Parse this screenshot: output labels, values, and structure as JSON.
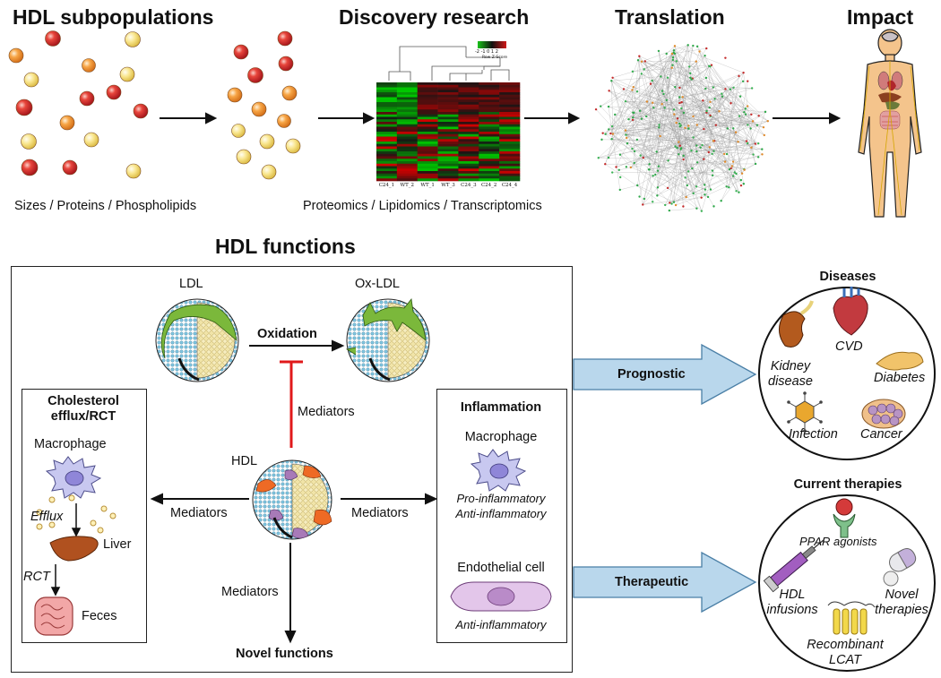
{
  "top": {
    "titles": [
      "HDL subpopulations",
      "Discovery research",
      "Translation",
      "Impact"
    ],
    "subpop_caption": "Sizes / Proteins / Phospholipids",
    "omics_caption": "Proteomics / Lipidomics / Transcriptomics",
    "heatmap_columns": [
      "C24_1",
      "WT_2",
      "WT_1",
      "WT_3",
      "C24_3",
      "C24_2",
      "C24_4"
    ],
    "heatmap_scale": "-2 -1 0 1 2",
    "heatmap_scale_caption": "Row Z-Score"
  },
  "functions": {
    "title": "HDL functions",
    "ldl": "LDL",
    "oxldl": "Ox-LDL",
    "oxidation": "Oxidation",
    "mediators_up": "Mediators",
    "mediators_left": "Mediators",
    "mediators_right": "Mediators",
    "mediators_down": "Mediators",
    "hdl": "HDL",
    "novel_functions": "Novel functions",
    "efflux_box": {
      "title_line1": "Cholesterol",
      "title_line2": "efflux/RCT",
      "macrophage": "Macrophage",
      "efflux": "Efflux",
      "liver": "Liver",
      "rct": "RCT",
      "feces": "Feces"
    },
    "inflammation_box": {
      "title": "Inflammation",
      "macrophage": "Macrophage",
      "pro": "Pro-inflammatory",
      "anti": "Anti-inflammatory",
      "endothelial": "Endothelial cell",
      "anti2": "Anti-inflammatory"
    }
  },
  "outcomes": {
    "prognostic": "Prognostic",
    "therapeutic": "Therapeutic",
    "diseases_title": "Diseases",
    "diseases": {
      "cvd": "CVD",
      "kidney_line1": "Kidney",
      "kidney_line2": "disease",
      "diabetes": "Diabetes",
      "infection": "Infection",
      "cancer": "Cancer"
    },
    "therapies_title": "Current therapies",
    "therapies": {
      "ppar": "PPAR agonists",
      "hdl_line1": "HDL",
      "hdl_line2": "infusions",
      "novel_line1": "Novel",
      "novel_line2": "therapies",
      "lcat_line1": "Recombinant",
      "lcat_line2": "LCAT"
    }
  },
  "colors": {
    "arrow_fill": "#b9d7ec",
    "inhibit": "#e0191b",
    "particle_red": "#d4242f",
    "particle_orange": "#f39a3a",
    "particle_yellow": "#f7df7e"
  }
}
